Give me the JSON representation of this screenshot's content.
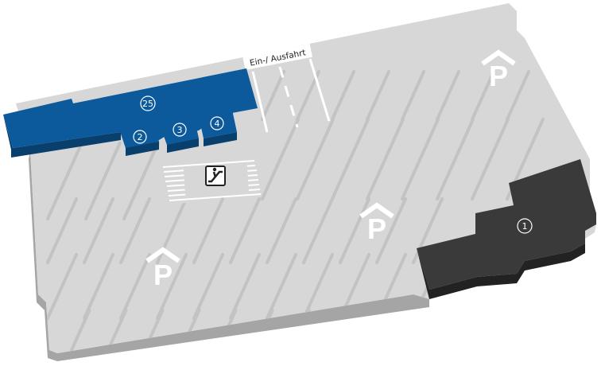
{
  "entrance": {
    "label": "Ein-/ Ausfahrt"
  },
  "units": [
    {
      "id": "25",
      "label": "25",
      "color": "#0c5a9c"
    },
    {
      "id": "2",
      "label": "2",
      "color": "#0c5a9c"
    },
    {
      "id": "3",
      "label": "3",
      "color": "#0c5a9c"
    },
    {
      "id": "4",
      "label": "4",
      "color": "#0c5a9c"
    },
    {
      "id": "1",
      "label": "1",
      "color": "#3a3a3a"
    }
  ],
  "parking": [
    {
      "letter": "P"
    },
    {
      "letter": "P"
    },
    {
      "letter": "P"
    }
  ],
  "icons": {
    "escalator": "escalator-icon",
    "parking": "parking-icon"
  },
  "colors": {
    "floor": "#d7d7d7",
    "floor_edge": "#a5a5a5",
    "stripe": "#c3c3c3",
    "blue": "#0c5a9c",
    "blue_side": "#093f6d",
    "dark": "#3a3a3a",
    "dark_side": "#222222"
  }
}
